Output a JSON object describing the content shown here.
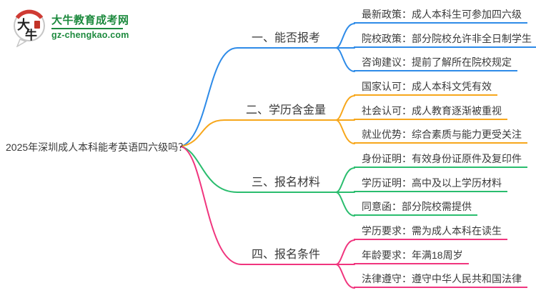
{
  "logo": {
    "title": "大牛教育成考网",
    "domain": "gz-chengkao.com",
    "badge_top_char": "大",
    "badge_bottom_char": "牛",
    "brand_green": "#1d8a3e"
  },
  "root": {
    "label": "2025年深圳成人本科能考英语四六级吗？"
  },
  "branches": [
    {
      "label": "一、能否报考",
      "color": "#2e8be8",
      "leaves": [
        "最新政策：成人本科生可参加四六级",
        "院校政策：部分院校允许非全日制学生",
        "咨询建议：提前了解所在院校规定"
      ]
    },
    {
      "label": "二、学历含金量",
      "color": "#f7a71c",
      "leaves": [
        "国家认可：成人本科文凭有效",
        "社会认可：成人教育逐渐被重视",
        "就业优势：综合素质与能力更受关注"
      ]
    },
    {
      "label": "三、报名材料",
      "color": "#2abd6e",
      "leaves": [
        "身份证明：有效身份证原件及复印件",
        "学历证明：高中及以上学历材料",
        "同意函：部分院校需提供"
      ]
    },
    {
      "label": "四、报名条件",
      "color": "#f0357e",
      "leaves": [
        "学历要求：需为成人本科在读生",
        "年龄要求：年满18周岁",
        "法律遵守：遵守中华人民共和国法律"
      ]
    }
  ]
}
